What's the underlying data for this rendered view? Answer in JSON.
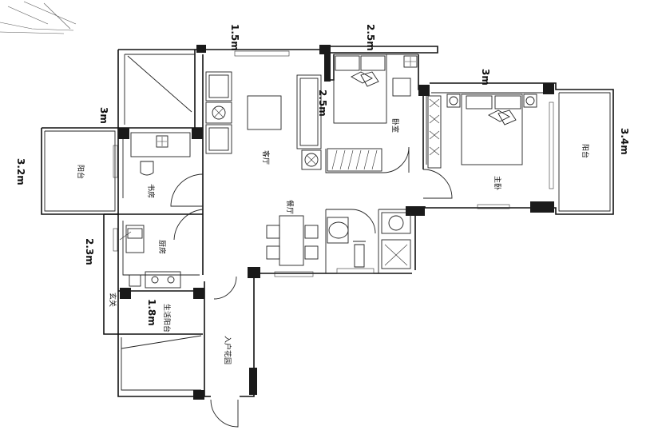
{
  "rooms": {
    "living_room": "客厅",
    "dining_room": "餐厅",
    "bedroom_small": "卧室",
    "master_bedroom": "主卧",
    "study": "书房",
    "kitchen": "厨房",
    "balcony_left": "阳台",
    "balcony_right": "阳台",
    "laundry_balcony": "生活阳台",
    "entrance": "玄关",
    "entry_hall": "入户花园"
  },
  "handwritten": {
    "left_dim": "3.2m",
    "top_left": "1.5m",
    "top_right": "2.5m",
    "right_dim": "3.4m",
    "kitchen_dim": "2.3m",
    "laundry_dim": "1.8m",
    "bed_dim": "3m",
    "study_dim": "3m"
  }
}
